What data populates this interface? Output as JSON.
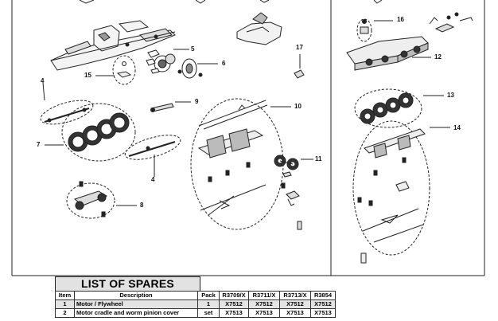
{
  "callouts": [
    "4",
    "5",
    "6",
    "7",
    "8",
    "9",
    "10",
    "11",
    "12",
    "13",
    "14",
    "15",
    "16",
    "17"
  ],
  "callout_second_4": "4",
  "spares": {
    "title": "LIST OF SPARES",
    "headers": [
      "Item",
      "Description",
      "Pack",
      "R3709/X",
      "R3711/X",
      "R3713/X",
      "R3854"
    ],
    "rows": [
      [
        "1",
        "Motor / Flywheel",
        "1",
        "X7512",
        "X7512",
        "X7512",
        "X7512"
      ],
      [
        "2",
        "Motor cradle and worm pinion cover",
        "set",
        "X7513",
        "X7513",
        "X7513",
        "X7513"
      ]
    ]
  }
}
